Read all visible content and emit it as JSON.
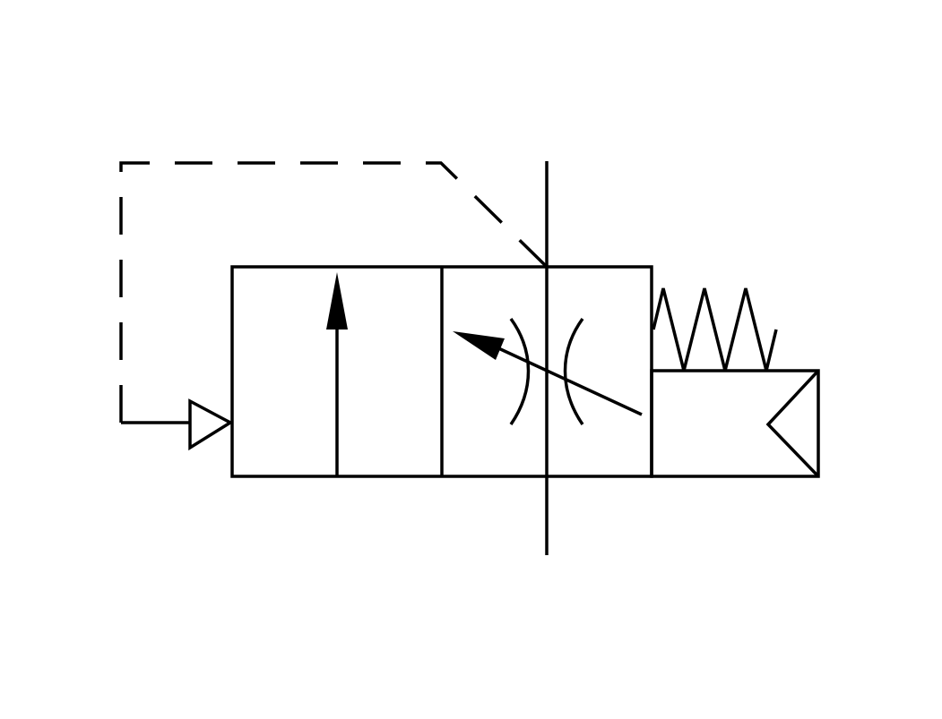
{
  "diagram": {
    "symbol": "hydraulic-valve",
    "envelope_count": 2,
    "colors": {
      "background": "#ffffff",
      "line": "#000000"
    },
    "components": [
      "pilot-line",
      "pilot-actuator",
      "valve-envelope-left",
      "valve-envelope-right",
      "flow-arrow",
      "throttle-orifice",
      "adjustment-arrow",
      "spring",
      "solenoid"
    ]
  }
}
